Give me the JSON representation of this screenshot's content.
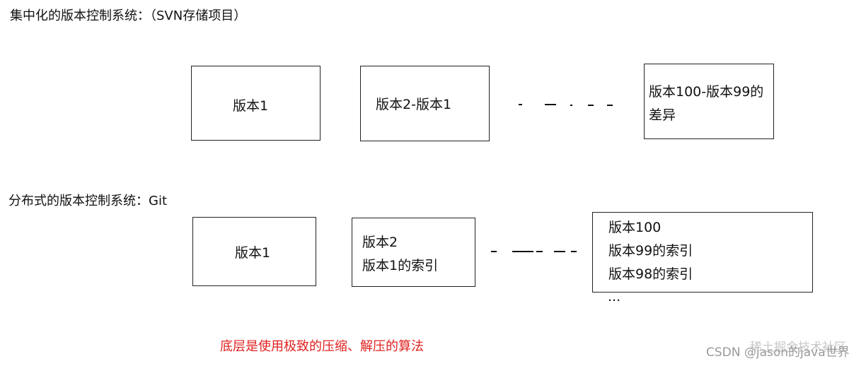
{
  "centralized": {
    "title": "集中化的版本控制系统：（SVN存储项目）",
    "boxes": [
      {
        "lines": [
          "版本1"
        ]
      },
      {
        "lines": [
          "版本2-版本1"
        ]
      },
      {
        "lines": [
          "版本100-版本99的",
          "差异"
        ]
      }
    ]
  },
  "distributed": {
    "title": "分布式的版本控制系统：Git",
    "boxes": [
      {
        "lines": [
          "版本1"
        ]
      },
      {
        "lines": [
          "版本2",
          "版本1的索引"
        ]
      },
      {
        "lines": [
          "版本100",
          "版本99的索引",
          "版本98的索引"
        ]
      }
    ],
    "ellipsis": "..."
  },
  "note": {
    "text": "底层是使用极致的压缩、解压的算法",
    "color": "#e02020"
  },
  "watermark": {
    "text": "CSDN @jason的java世界",
    "ghost_text": "稀土掘金技术社区"
  }
}
